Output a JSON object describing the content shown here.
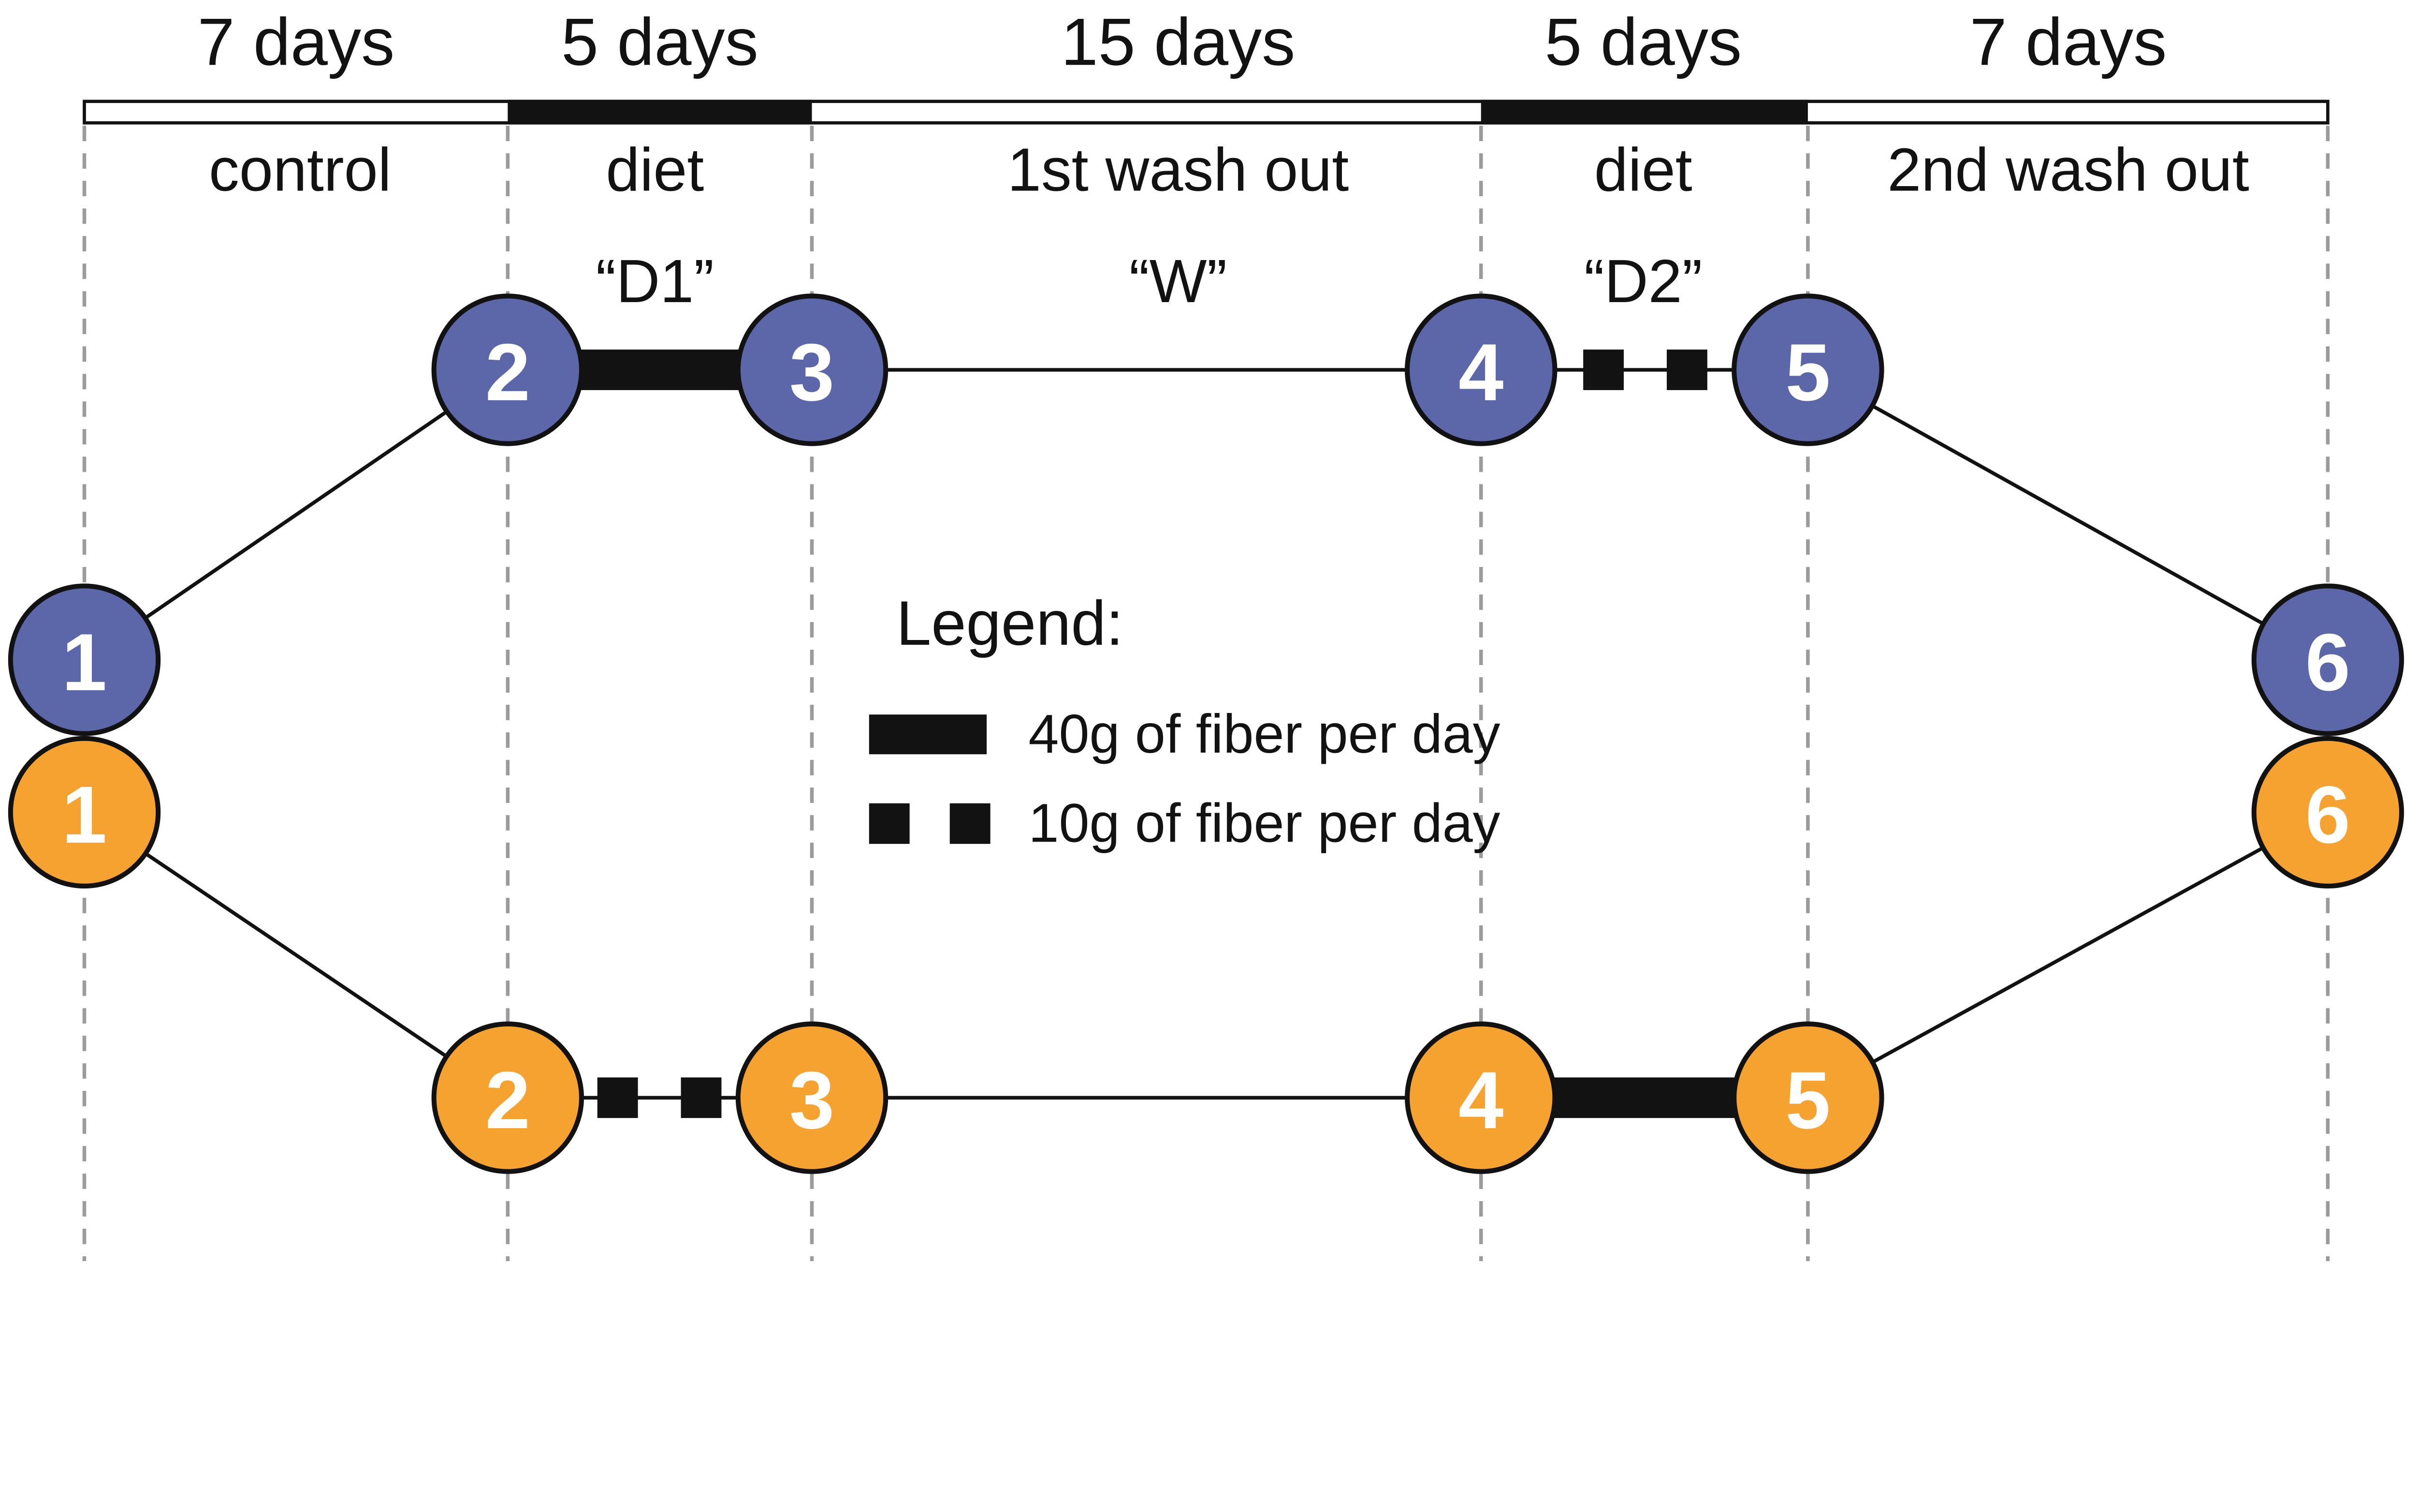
{
  "timeline": {
    "segments": [
      {
        "duration": "7 days",
        "phase": "control",
        "code": "",
        "bar": "white"
      },
      {
        "duration": "5 days",
        "phase": "diet",
        "code": "“D1”",
        "bar": "black"
      },
      {
        "duration": "15 days",
        "phase": "1st wash out",
        "code": "“W”",
        "bar": "white"
      },
      {
        "duration": "5 days",
        "phase": "diet",
        "code": "“D2”",
        "bar": "black"
      },
      {
        "duration": "7 days",
        "phase": "2nd wash out",
        "code": "",
        "bar": "white"
      }
    ]
  },
  "arms": {
    "blue": {
      "color": "#5B67A9",
      "node_labels": [
        "1",
        "2",
        "3",
        "4",
        "5",
        "6"
      ],
      "links": [
        "thin",
        "thick_40g",
        "thin",
        "squares_10g",
        "thin"
      ]
    },
    "orange": {
      "color": "#F6A230",
      "node_labels": [
        "1",
        "2",
        "3",
        "4",
        "5",
        "6"
      ],
      "links": [
        "thin",
        "squares_10g",
        "thin",
        "thick_40g",
        "thin"
      ]
    }
  },
  "legend": {
    "title": "Legend:",
    "items": [
      {
        "swatch": "thick-bar",
        "label": "40g of fiber per day"
      },
      {
        "swatch": "two-squares",
        "label": "10g of fiber per day"
      }
    ]
  },
  "colors": {
    "black": "#121212",
    "white": "#ffffff",
    "dashed_line": "#9B9B9B",
    "node_number_text": "#ffffff"
  }
}
